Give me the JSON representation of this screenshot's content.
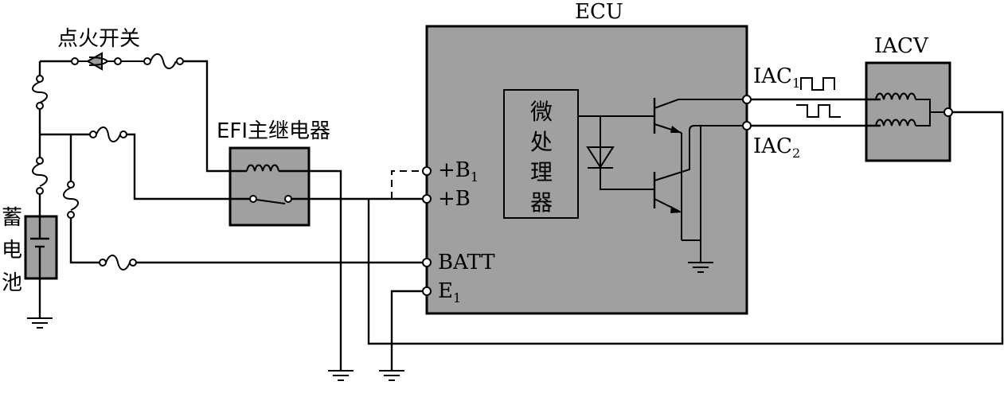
{
  "labels": {
    "ignition_switch": "点火开关",
    "efi_relay": "EFI主继电器",
    "ecu": "ECU",
    "iacv": "IACV",
    "battery": [
      "蓄",
      "电",
      "池"
    ],
    "microprocessor": [
      "微",
      "处",
      "理",
      "器"
    ],
    "pin_b1": {
      "main": "+B",
      "sub": "1"
    },
    "pin_b": "+B",
    "pin_batt": "BATT",
    "pin_e1": {
      "main": "E",
      "sub": "1"
    },
    "pin_iac1": {
      "main": "IAC",
      "sub": "1"
    },
    "pin_iac2": {
      "main": "IAC",
      "sub": "2"
    }
  },
  "colors": {
    "component_fill": "#a0a0a0",
    "line": "#000000",
    "background": "#ffffff"
  }
}
